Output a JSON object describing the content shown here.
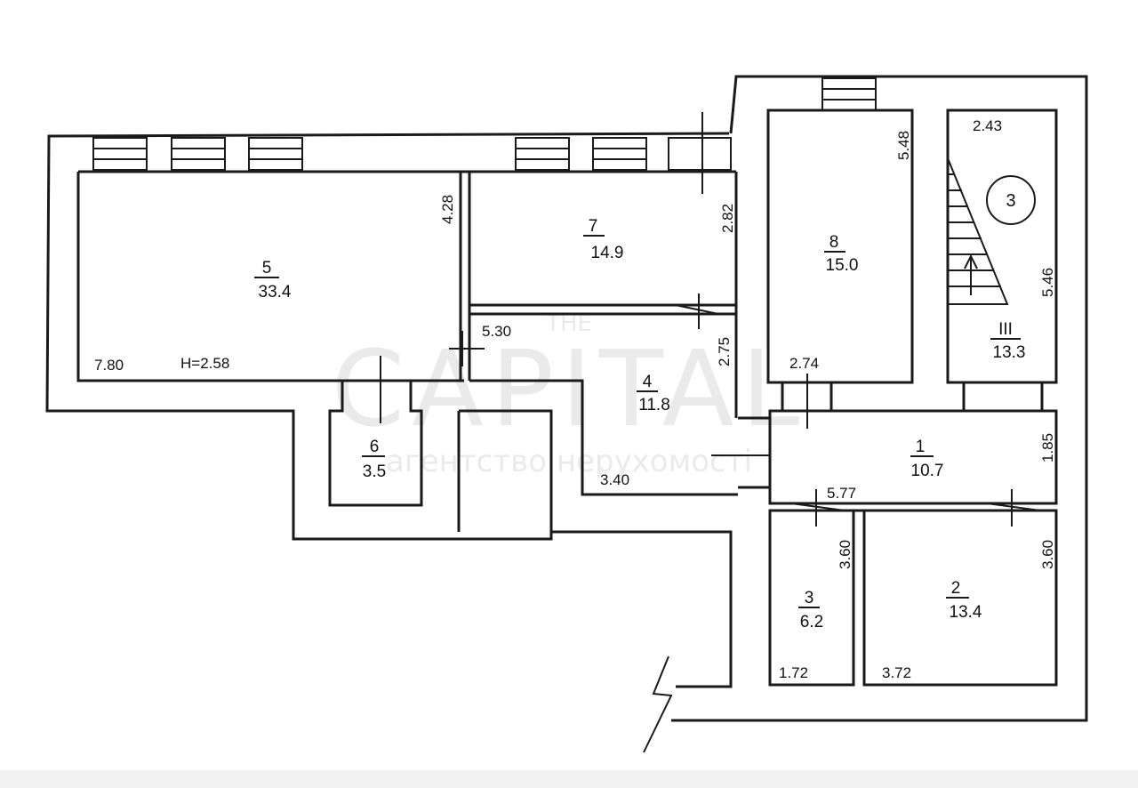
{
  "watermark": {
    "top": "THE",
    "brand": "CAPITAL",
    "tagline": "агентство нерухомості"
  },
  "rooms": {
    "r5": {
      "number": "5",
      "area": "33.4"
    },
    "r7": {
      "number": "7",
      "area": "14.9"
    },
    "r8": {
      "number": "8",
      "area": "15.0"
    },
    "r3roman": {
      "number": "III",
      "area": "13.3"
    },
    "r4": {
      "number": "4",
      "area": "11.8"
    },
    "r6": {
      "number": "6",
      "area": "3.5"
    },
    "r1": {
      "number": "1",
      "area": "10.7"
    },
    "r3": {
      "number": "3",
      "area": "6.2"
    },
    "r2": {
      "number": "2",
      "area": "13.4"
    }
  },
  "dimensions": {
    "d780": "7.80",
    "height": "H=2.58",
    "d428": "4.28",
    "d282": "2.82",
    "d530": "5.30",
    "d275": "2.75",
    "d340": "3.40",
    "d548": "5.48",
    "d274": "2.74",
    "d243": "2.43",
    "d546": "5.46",
    "d185": "1.85",
    "d577": "5.77",
    "d360a": "3.60",
    "d360b": "3.60",
    "d172": "1.72",
    "d372": "3.72"
  },
  "stair_marker": "3"
}
